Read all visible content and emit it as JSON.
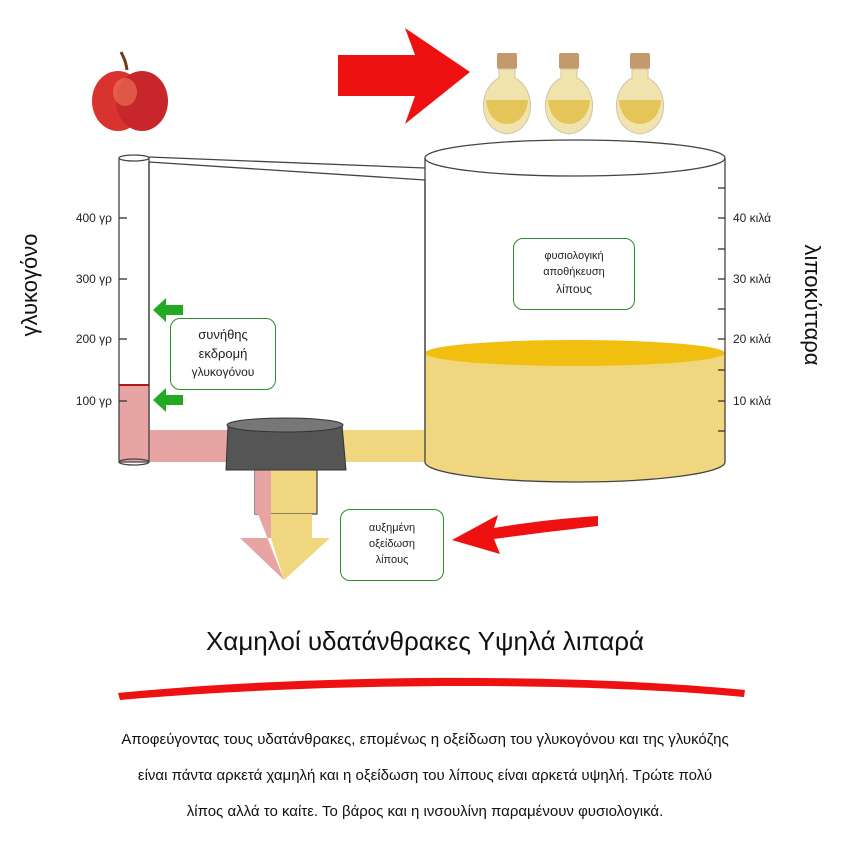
{
  "diagram": {
    "left_axis_label": "γλυκογόνο",
    "right_axis_label": "λιποκύτταρα",
    "left_ticks": [
      "400 γρ",
      "300 γρ",
      "200 γρ",
      "100 γρ"
    ],
    "right_ticks": [
      "40 κιλά",
      "30 κιλά",
      "20 κιλά",
      "10 κιλά"
    ],
    "box_storage": [
      "φυσιολογική",
      "αποθήκευση",
      "λίπους"
    ],
    "box_glycogen": [
      "συνήθης",
      "εκδρομή",
      "γλυκογόνου"
    ],
    "box_oxidation": [
      "αυξημένη",
      "οξείδωση",
      "λίπους"
    ]
  },
  "heading": "Χαμηλοί υδατάνθρακες Υψηλά λιπαρά",
  "description": [
    "Αποφεύγοντας τους υδατάνθρακες, επομένως η οξείδωση του γλυκογόνου και της γλυκόζης",
    "είναι πάντα αρκετά χαμηλή και η οξείδωση του λίπους είναι αρκετά υψηλή. Τρώτε πολύ",
    "λίπος αλλά το καίτε. Το βάρος και η ινσουλίνη παραμένουν φυσιολογικά."
  ],
  "colors": {
    "glycogen_fill": "#e8a3a3",
    "fat_fill": "#f0d67f",
    "fat_surface": "#f0bf10",
    "arrow_red": "#ee1111",
    "arrow_green": "#22aa22",
    "box_border": "#2e8b2e"
  }
}
